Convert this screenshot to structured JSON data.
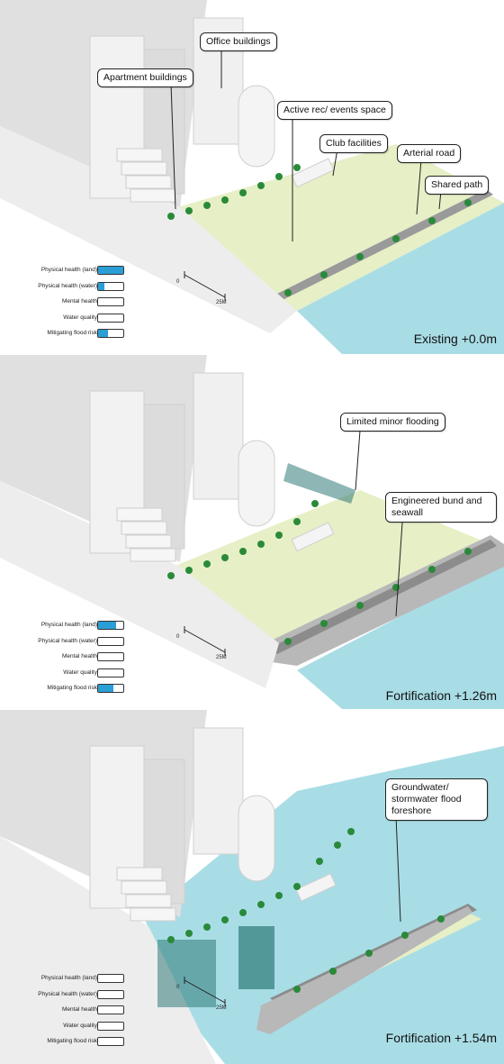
{
  "colors": {
    "water": "#a9dde6",
    "park": "#e6efc6",
    "building": "#e8e8e8",
    "road": "#9a9a9a",
    "tree": "#2a8a3a",
    "meter_fill": "#2a9fd6"
  },
  "scale_bar": {
    "start": "0",
    "end": "25M"
  },
  "panels": [
    {
      "id": "existing",
      "scenario": "Existing +0.0m",
      "callouts": [
        {
          "key": "office",
          "text": "Office buildings"
        },
        {
          "key": "apartment",
          "text": "Apartment buildings"
        },
        {
          "key": "active",
          "text": "Active rec/ events space"
        },
        {
          "key": "club",
          "text": "Club facilities"
        },
        {
          "key": "arterial",
          "text": "Arterial road"
        },
        {
          "key": "shared",
          "text": "Shared path"
        }
      ],
      "meters": [
        {
          "label": "Physical health (land)",
          "fill": 1.0
        },
        {
          "label": "Physical health (water)",
          "fill": 0.25
        },
        {
          "label": "Mental health",
          "fill": 0
        },
        {
          "label": "Water quality",
          "fill": 0
        },
        {
          "label": "Mitigating flood risk",
          "fill": 0.4
        }
      ]
    },
    {
      "id": "fortification-126",
      "scenario": "Fortification +1.26m",
      "callouts": [
        {
          "key": "limited",
          "text": "Limited minor flooding"
        },
        {
          "key": "bund",
          "text": "Engineered bund and seawall"
        }
      ],
      "meters": [
        {
          "label": "Physical health (land)",
          "fill": 0.7
        },
        {
          "label": "Physical health (water)",
          "fill": 0
        },
        {
          "label": "Mental health",
          "fill": 0
        },
        {
          "label": "Water quality",
          "fill": 0
        },
        {
          "label": "Mitigating flood risk",
          "fill": 0.6
        }
      ]
    },
    {
      "id": "fortification-154",
      "scenario": "Fortification +1.54m",
      "callouts": [
        {
          "key": "groundwater",
          "text": "Groundwater/ stormwater flood foreshore"
        }
      ],
      "meters": [
        {
          "label": "Physical health (land)",
          "fill": 0
        },
        {
          "label": "Physical health (water)",
          "fill": 0
        },
        {
          "label": "Mental health",
          "fill": 0
        },
        {
          "label": "Water quality",
          "fill": 0
        },
        {
          "label": "Mitigating flood risk",
          "fill": 0
        }
      ]
    }
  ]
}
